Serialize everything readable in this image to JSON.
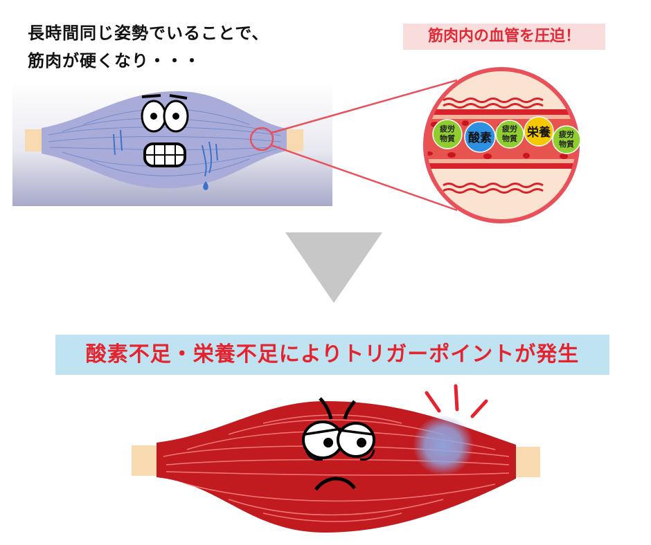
{
  "top_caption": {
    "line1": "長時間同じ姿勢でいることで、",
    "line2": "筋肉が硬くなり・・・"
  },
  "vessel_label": "筋肉内の血管を圧迫！",
  "vessel_items": [
    {
      "text": "疲労\n物質",
      "color": "#8fce2e"
    },
    {
      "text": "酸素",
      "color": "#2f8fe0"
    },
    {
      "text": "疲労\n物質",
      "color": "#8fce2e"
    },
    {
      "text": "栄養",
      "color": "#f5c800"
    },
    {
      "text": "疲労\n物質",
      "color": "#8fce2e"
    }
  ],
  "banner": "酸素不足・栄養不足によりトリガーポイントが発生",
  "colors": {
    "muscle_tense": "#a9acd9",
    "muscle_red": "#c11a1f",
    "vessel_red": "#d9232c",
    "tendon": "#f9d9b0",
    "highlight_ring": "#e8505a",
    "arrow_gray": "#c7c7c7",
    "trigger_point": "#8fa9e4"
  }
}
